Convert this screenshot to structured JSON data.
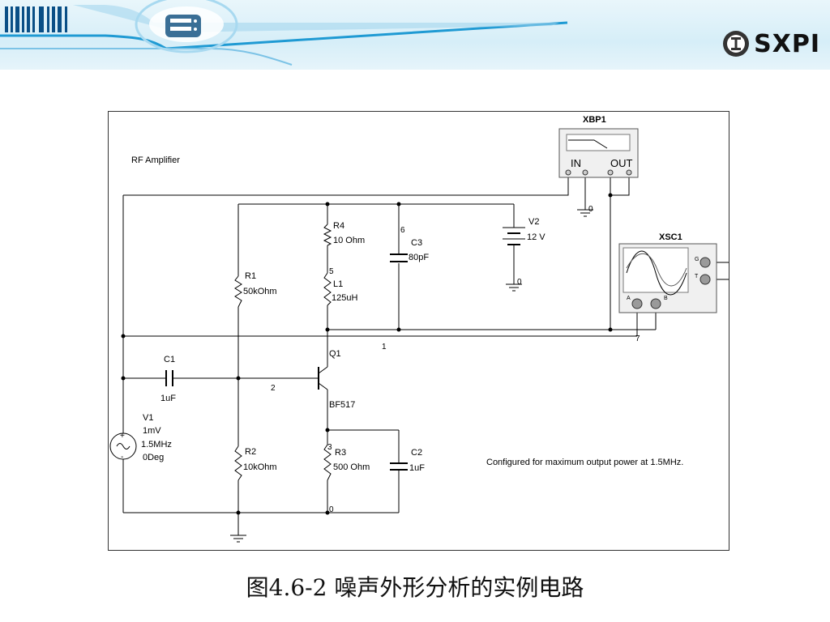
{
  "header": {
    "brand": "SXPI",
    "colors": {
      "banner": "#dff2fa",
      "accent": "#1f9ad3",
      "dark": "#0a4f86"
    }
  },
  "schematic": {
    "title": "RF Amplifier",
    "note": "Configured for maximum output power at 1.5MHz.",
    "instruments": {
      "bode": {
        "name": "XBP1",
        "in": "IN",
        "out": "OUT"
      },
      "scope": {
        "name": "XSC1",
        "g": "G",
        "t": "T",
        "a": "A",
        "b": "B"
      }
    },
    "components": {
      "r4": {
        "name": "R4",
        "value": "10 Ohm"
      },
      "l1": {
        "name": "L1",
        "value": "125uH"
      },
      "c3": {
        "name": "C3",
        "value": "80pF"
      },
      "v2": {
        "name": "V2",
        "value": "12 V"
      },
      "r1": {
        "name": "R1",
        "value": "50kOhm"
      },
      "r2": {
        "name": "R2",
        "value": "10kOhm"
      },
      "r3": {
        "name": "R3",
        "value": "500 Ohm"
      },
      "c2": {
        "name": "C2",
        "value": "1uF"
      },
      "c1": {
        "name": "C1",
        "value": "1uF"
      },
      "q1": {
        "name": "Q1",
        "value": "BF517"
      },
      "v1": {
        "name": "V1",
        "amp": "1mV",
        "freq": "1.5MHz",
        "phase": "0Deg"
      }
    },
    "nodes": {
      "n0a": "0",
      "n0b": "0",
      "n0c": "0",
      "n1": "1",
      "n2": "2",
      "n3": "3",
      "n5": "5",
      "n6": "6",
      "n7": "7"
    }
  },
  "caption": "图4.6-2  噪声外形分析的实例电路"
}
